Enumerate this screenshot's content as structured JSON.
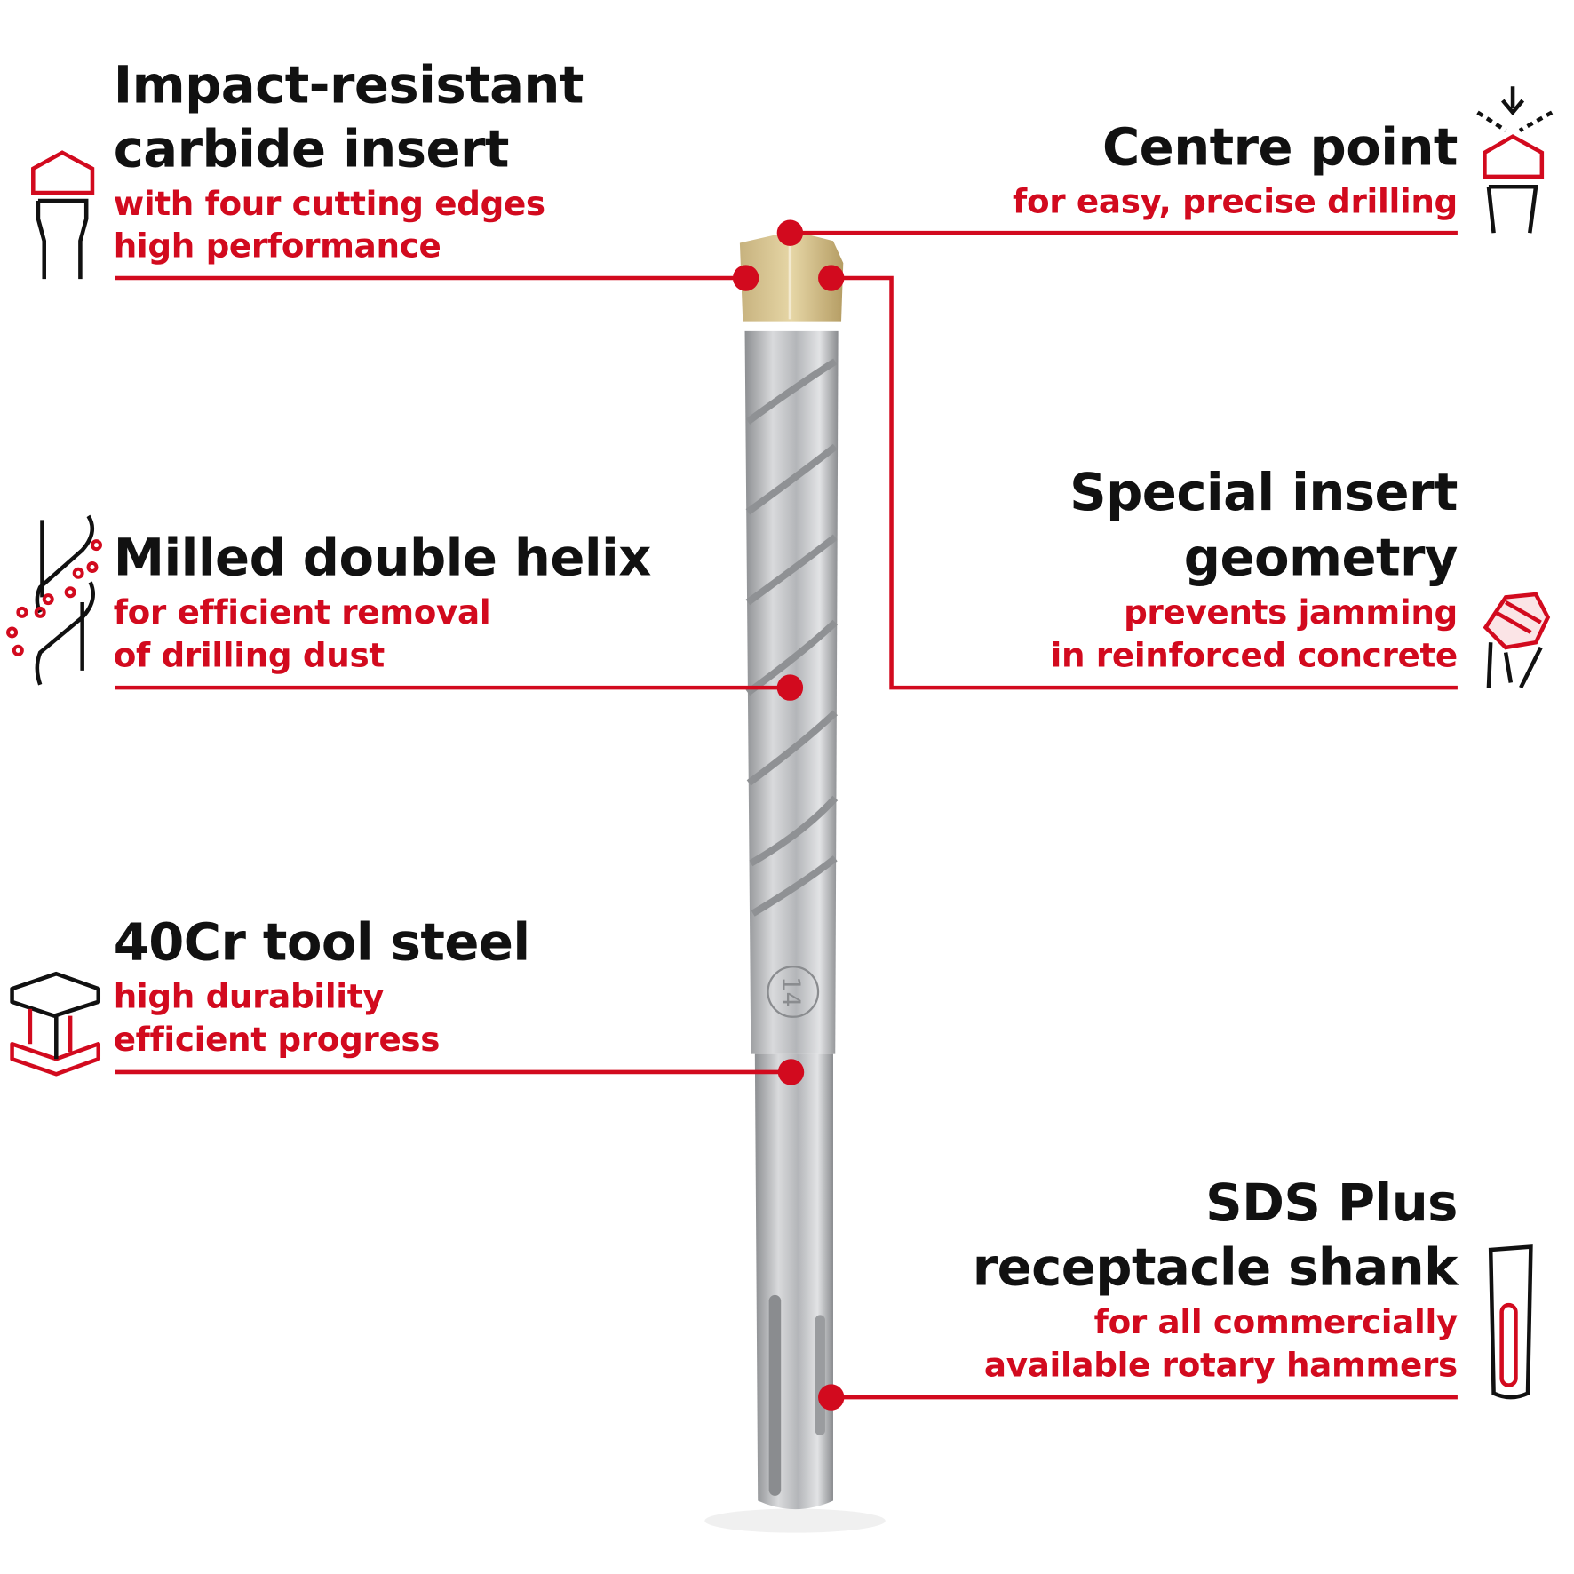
{
  "accent_color": "#d20a1e",
  "features": [
    {
      "id": "carbide",
      "title": [
        "Impact-resistant",
        "carbide insert"
      ],
      "subtitle": [
        "with four cutting edges",
        "high performance"
      ],
      "icon": "drill-tip-icon"
    },
    {
      "id": "centre",
      "title": [
        "Centre point"
      ],
      "subtitle": [
        "for easy, precise drilling"
      ],
      "icon": "centre-point-icon"
    },
    {
      "id": "geometry",
      "title": [
        "Special insert",
        "geometry"
      ],
      "subtitle": [
        "prevents jamming",
        "in reinforced concrete"
      ],
      "icon": "rebar-insert-icon"
    },
    {
      "id": "helix",
      "title": [
        "Milled double helix"
      ],
      "subtitle": [
        "for efficient removal",
        "of drilling dust"
      ],
      "icon": "helix-dust-icon"
    },
    {
      "id": "steel",
      "title": [
        "40Cr tool steel"
      ],
      "subtitle": [
        "high durability",
        "efficient progress"
      ],
      "icon": "steel-beam-icon"
    },
    {
      "id": "sds",
      "title": [
        "SDS Plus",
        "receptacle shank"
      ],
      "subtitle": [
        "for all commercially",
        "available rotary hammers"
      ],
      "icon": "sds-shank-icon"
    }
  ],
  "drill_marking": "14"
}
